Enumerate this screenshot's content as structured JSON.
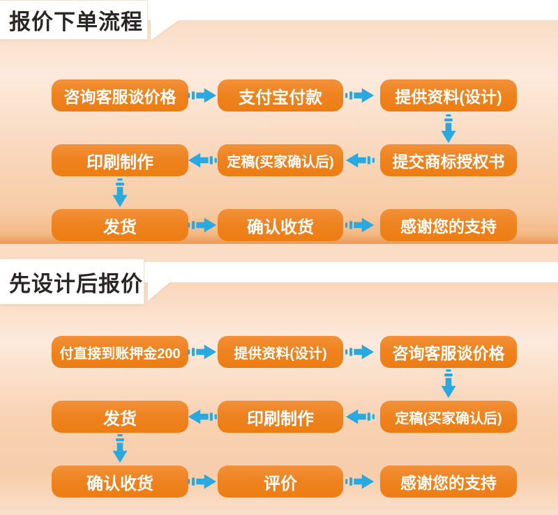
{
  "colors": {
    "button_orange": "#EF8320",
    "arrow_blue": "#29A9E0",
    "background_peach": "#F9D7BC",
    "banner_white": "#FFFFFF",
    "header_text": "#2A2626",
    "button_text": "#FFFFFF"
  },
  "icons": {
    "flow_arrow": "fast-forward-arrow",
    "banner_point": "right-pointing-triangle"
  },
  "sections": [
    {
      "title": "报价下单流程",
      "rows": [
        {
          "direction": "right",
          "boxes": [
            "咨询客服谈价格",
            "支付宝付款",
            "提供资料(设计)"
          ]
        },
        {
          "direction": "left",
          "boxes": [
            "印刷制作",
            "定稿(买家确认后)",
            "提交商标授权书"
          ]
        },
        {
          "direction": "right",
          "boxes": [
            "发货",
            "确认收货",
            "感谢您的支持"
          ]
        }
      ],
      "connectors": [
        "提供资料(设计)→提交商标授权书",
        "印刷制作→发货"
      ]
    },
    {
      "title": "先设计后报价",
      "rows": [
        {
          "direction": "right",
          "boxes": [
            "付直接到账押金200",
            "提供资料(设计)",
            "咨询客服谈价格"
          ]
        },
        {
          "direction": "left",
          "boxes": [
            "发货",
            "印刷制作",
            "定稿(买家确认后)"
          ]
        },
        {
          "direction": "right",
          "boxes": [
            "确认收货",
            "评价",
            "感谢您的支持"
          ]
        }
      ],
      "connectors": [
        "咨询客服谈价格→定稿(买家确认后)",
        "发货→确认收货"
      ]
    }
  ]
}
